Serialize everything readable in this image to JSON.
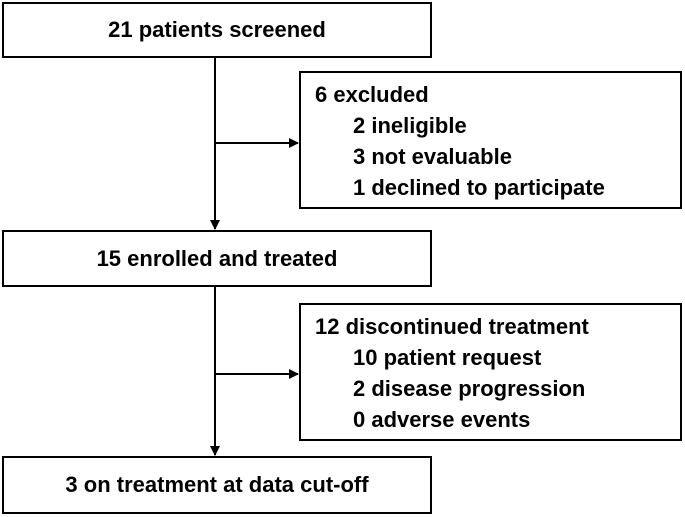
{
  "flowchart": {
    "screened": "21 patients screened",
    "excluded": {
      "title": "6 excluded",
      "items": [
        "2 ineligible",
        "3 not evaluable",
        "1 declined to participate"
      ]
    },
    "enrolled": "15 enrolled and treated",
    "discontinued": {
      "title": "12 discontinued treatment",
      "items": [
        "10 patient request",
        "2 disease progression",
        "0 adverse events"
      ]
    },
    "on_treatment": "3 on treatment at data cut-off"
  }
}
